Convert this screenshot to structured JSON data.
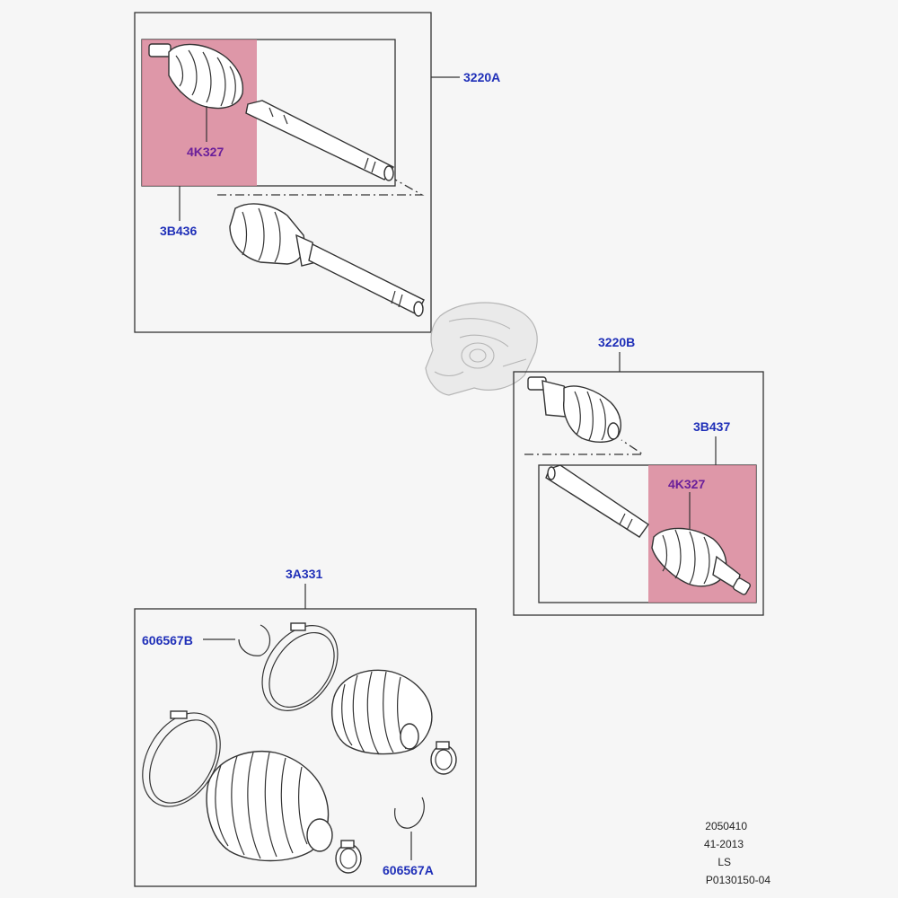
{
  "highlight_color": "#d9869a",
  "callouts": {
    "shaft_3220A": "3220A",
    "boot_4K327_upper": "4K327",
    "joint_3B436": "3B436",
    "shaft_3220B": "3220B",
    "joint_3B437": "3B437",
    "boot_4K327_lower": "4K327",
    "kit_3A331": "3A331",
    "clip_606567B": "606567B",
    "clip_606567A": "606567A"
  },
  "reference": {
    "line1": "2050410",
    "line2": "41-2013",
    "line3": "LS",
    "line4": "P0130150-04"
  }
}
